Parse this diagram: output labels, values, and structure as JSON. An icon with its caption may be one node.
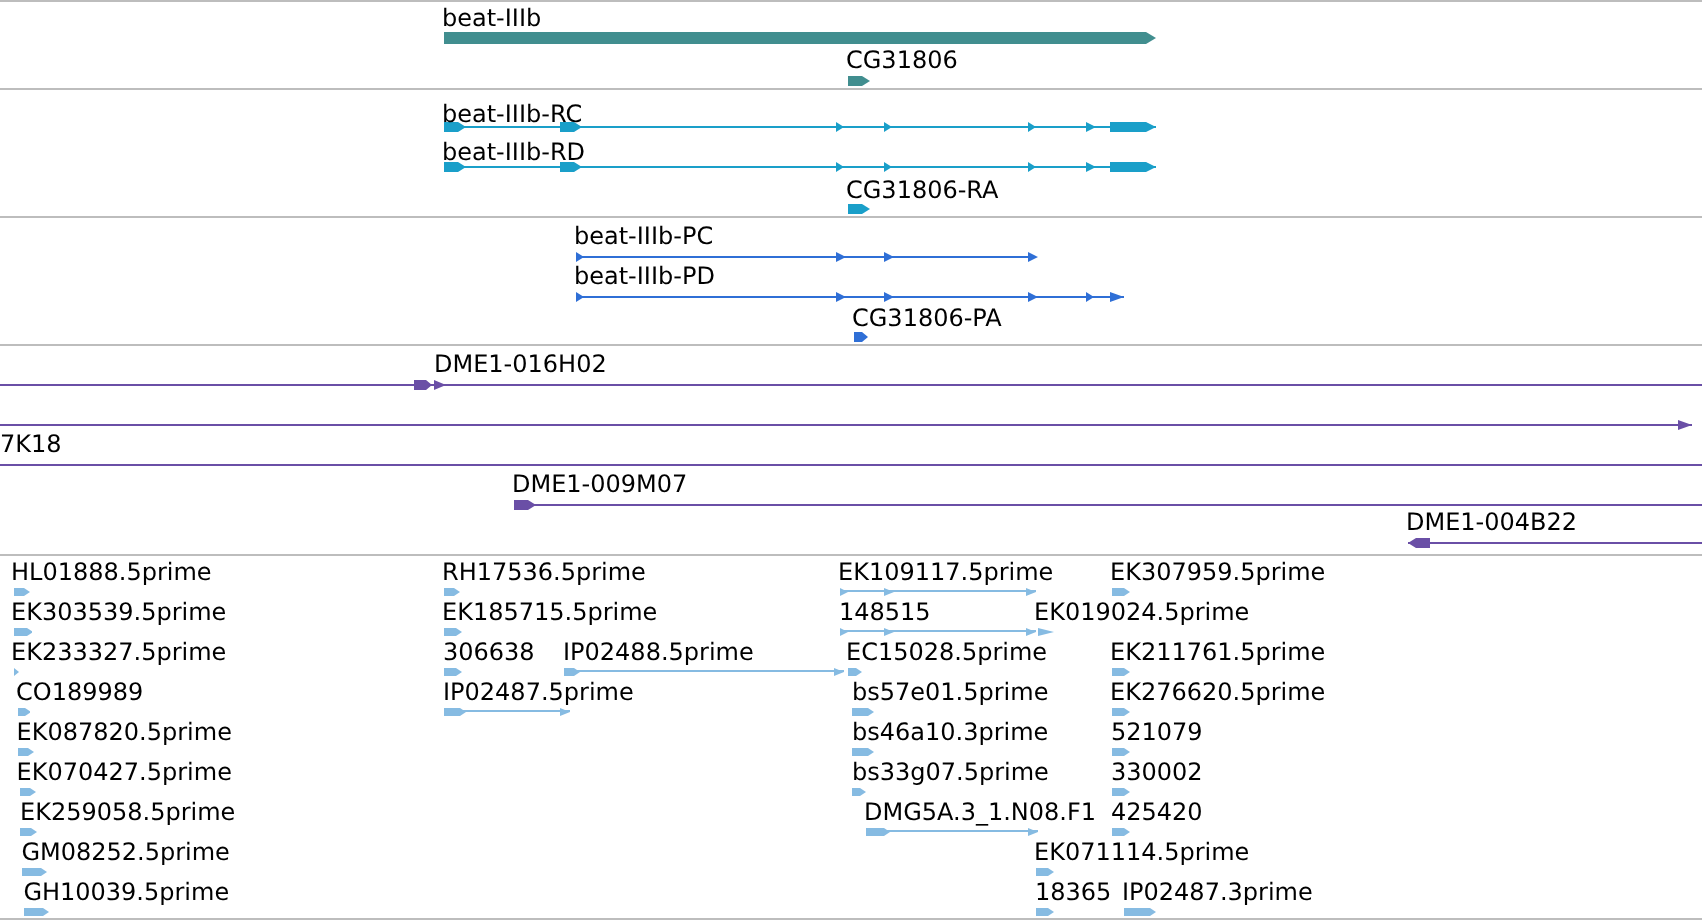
{
  "diagram": {
    "labels": [
      "beat-IIIb",
      "CG31806",
      "beat-IIIb-RC",
      "beat-IIIb-RD",
      "CG31806-RA",
      "beat-IIIb-PC",
      "beat-IIIb-PD",
      "CG31806-PA",
      "DME1-016H02",
      "7K18",
      "DME1-009M07",
      "DME1-004B22",
      "HL01888.5prime",
      "RH17536.5prime",
      "EK109117.5prime",
      "EK307959.5prime",
      "EK303539.5prime",
      "EK185715.5prime",
      "148515",
      "EK019024.5prime",
      "EK233327.5prime",
      "306638",
      "IP02488.5prime",
      "EC15028.5prime",
      "EK211761.5prime",
      "CO189989",
      "IP02487.5prime",
      "bs57e01.5prime",
      "EK276620.5prime",
      "EK087820.5prime",
      "bs46a10.3prime",
      "521079",
      "EK070427.5prime",
      "bs33g07.5prime",
      "330002",
      "EK259058.5prime",
      "DMG5A.3_1.N08.F1",
      "425420",
      "GM08252.5prime",
      "EK071114.5prime",
      "GH10039.5prime",
      "18365",
      "IP02487.3prime"
    ]
  }
}
